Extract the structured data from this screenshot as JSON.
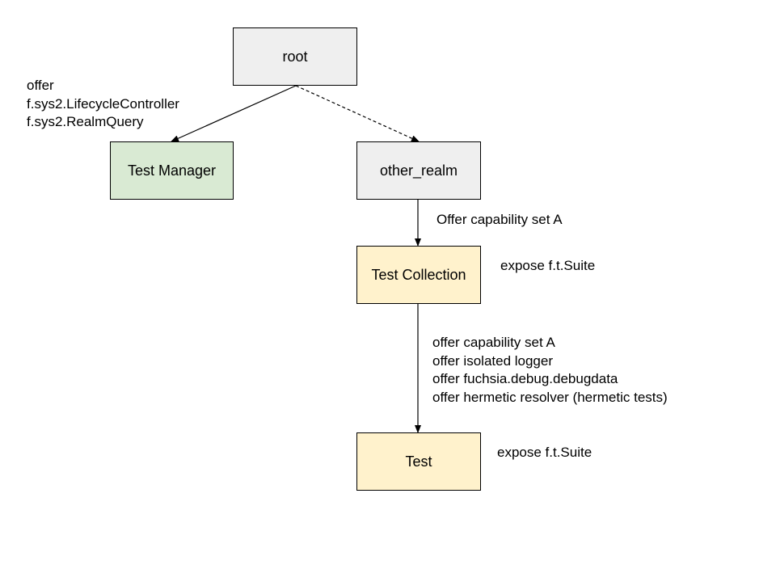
{
  "nodes": {
    "root": "root",
    "test_manager": "Test Manager",
    "other_realm": "other_realm",
    "test_collection": "Test Collection",
    "test": "Test"
  },
  "edges": {
    "root_to_test_manager": {
      "style": "solid",
      "lines": [
        "offer",
        "f.sys2.LifecycleController",
        "f.sys2.RealmQuery"
      ]
    },
    "root_to_other_realm": {
      "style": "dashed"
    },
    "other_realm_to_test_collection": {
      "style": "solid",
      "lines": [
        "Offer capability set A"
      ]
    },
    "test_collection_to_test": {
      "style": "solid",
      "lines": [
        "offer capability set A",
        "offer isolated logger",
        "offer fuchsia.debug.debugdata",
        "offer hermetic resolver (hermetic tests)"
      ]
    }
  },
  "exposes": {
    "test_collection": "expose f.t.Suite",
    "test": "expose f.t.Suite"
  },
  "colors": {
    "gray_node": "#efefef",
    "green_node": "#d9ead3",
    "yellow_node": "#fff2cc",
    "stroke": "#000000"
  }
}
